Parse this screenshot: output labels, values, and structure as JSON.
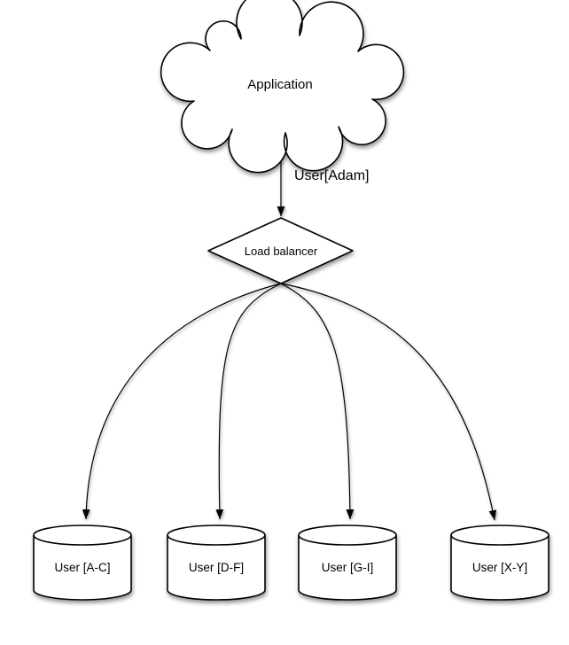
{
  "diagram": {
    "type": "sharding-architecture-flowchart",
    "background": "#ffffff"
  },
  "nodes": {
    "application": {
      "label": "Application",
      "shape": "cloud"
    },
    "load_balancer": {
      "label": "Load balancer",
      "shape": "diamond"
    },
    "databases": [
      {
        "label": "User [A-C]",
        "shape": "cylinder"
      },
      {
        "label": "User [D-F]",
        "shape": "cylinder"
      },
      {
        "label": "User [G-I]",
        "shape": "cylinder"
      },
      {
        "label": "User [X-Y]",
        "shape": "cylinder"
      }
    ]
  },
  "edges": {
    "app_to_lb": {
      "label": "User[Adam]",
      "from": "application",
      "to": "load_balancer"
    },
    "lb_to_db": [
      {
        "from": "load_balancer",
        "to": "User [A-C]"
      },
      {
        "from": "load_balancer",
        "to": "User [D-F]"
      },
      {
        "from": "load_balancer",
        "to": "User [G-I]"
      },
      {
        "from": "load_balancer",
        "to": "User [X-Y]"
      }
    ]
  },
  "colors": {
    "stroke": "#000000",
    "shape_fill": "#ffffff",
    "text": "#000000",
    "background": "#ffffff"
  }
}
